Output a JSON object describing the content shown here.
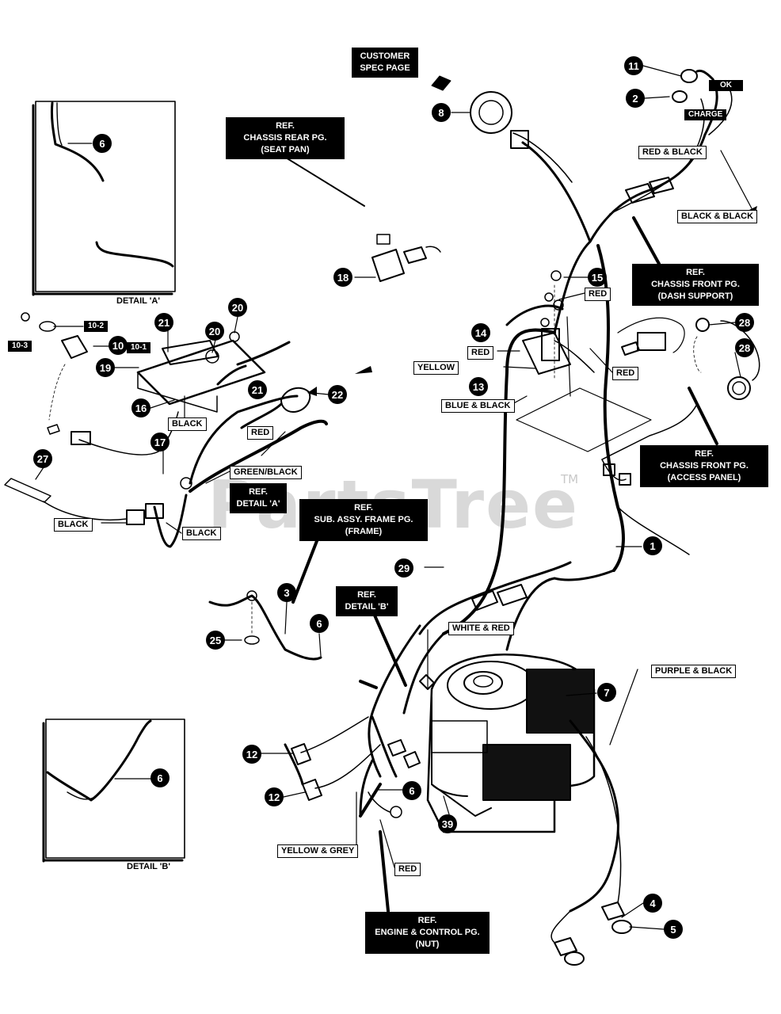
{
  "watermark": {
    "text": "PartsTree",
    "trademark": "TM"
  },
  "details": [
    {
      "caption": "DETAIL 'A'"
    },
    {
      "caption": "DETAIL 'B'"
    }
  ],
  "callouts": [
    "6",
    "11",
    "2",
    "8",
    "18",
    "15",
    "14",
    "13",
    "28",
    "28",
    "20",
    "21",
    "20",
    "21",
    "10",
    "19",
    "16",
    "22",
    "17",
    "27",
    "1",
    "29",
    "3",
    "6",
    "25",
    "7",
    "12",
    "12",
    "6",
    "39",
    "4",
    "5",
    "6"
  ],
  "wire_labels": [
    "RED & BLACK",
    "BLACK & BLACK",
    "RED",
    "RED",
    "YELLOW",
    "RED",
    "BLUE & BLACK",
    "BLACK",
    "RED",
    "GREEN/BLACK",
    "BLACK",
    "BLACK",
    "WHITE & RED",
    "PURPLE & BLACK",
    "YELLOW & GREY",
    "RED"
  ],
  "part_tags": [
    "10-2",
    "10-3",
    "10-1",
    "OK",
    "CHARGE"
  ],
  "refs": {
    "customer_spec": [
      "CUSTOMER",
      "SPEC PAGE"
    ],
    "chassis_rear": [
      "REF.",
      "CHASSIS REAR PG.",
      "(SEAT PAN)"
    ],
    "chassis_front_dash": [
      "REF.",
      "CHASSIS FRONT PG.",
      "(DASH SUPPORT)"
    ],
    "chassis_front_access": [
      "REF.",
      "CHASSIS FRONT PG.",
      "(ACCESS PANEL)"
    ],
    "detail_a": [
      "REF.",
      "DETAIL 'A'"
    ],
    "sub_assy_frame": [
      "REF.",
      "SUB. ASSY. FRAME PG.",
      "(FRAME)"
    ],
    "detail_b": [
      "REF.",
      "DETAIL 'B'"
    ],
    "engine_control": [
      "REF.",
      "ENGINE & CONTROL PG.",
      "(NUT)"
    ]
  }
}
